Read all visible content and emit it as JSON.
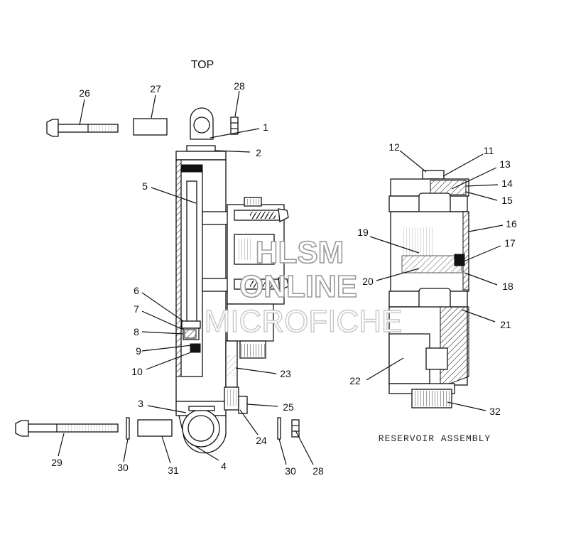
{
  "diagram": {
    "view_label": "TOP",
    "caption": "RESERVOIR ASSEMBLY",
    "watermark": {
      "line1": "HLSM",
      "line2": "ONLINE",
      "line3": "MICROFICHE"
    },
    "callouts": [
      {
        "id": "c26",
        "text": "26"
      },
      {
        "id": "c27",
        "text": "27"
      },
      {
        "id": "c28a",
        "text": "28"
      },
      {
        "id": "c1",
        "text": "1"
      },
      {
        "id": "c2",
        "text": "2"
      },
      {
        "id": "c5",
        "text": "5"
      },
      {
        "id": "c6",
        "text": "6"
      },
      {
        "id": "c7",
        "text": "7"
      },
      {
        "id": "c8",
        "text": "8"
      },
      {
        "id": "c9",
        "text": "9"
      },
      {
        "id": "c10",
        "text": "10"
      },
      {
        "id": "c23",
        "text": "23"
      },
      {
        "id": "c3",
        "text": "3"
      },
      {
        "id": "c25",
        "text": "25"
      },
      {
        "id": "c24",
        "text": "24"
      },
      {
        "id": "c4",
        "text": "4"
      },
      {
        "id": "c29",
        "text": "29"
      },
      {
        "id": "c30a",
        "text": "30"
      },
      {
        "id": "c31",
        "text": "31"
      },
      {
        "id": "c30b",
        "text": "30"
      },
      {
        "id": "c28b",
        "text": "28"
      },
      {
        "id": "c12",
        "text": "12"
      },
      {
        "id": "c11",
        "text": "11"
      },
      {
        "id": "c13",
        "text": "13"
      },
      {
        "id": "c14",
        "text": "14"
      },
      {
        "id": "c15",
        "text": "15"
      },
      {
        "id": "c16",
        "text": "16"
      },
      {
        "id": "c19",
        "text": "19"
      },
      {
        "id": "c17",
        "text": "17"
      },
      {
        "id": "c20",
        "text": "20"
      },
      {
        "id": "c18",
        "text": "18"
      },
      {
        "id": "c21",
        "text": "21"
      },
      {
        "id": "c22",
        "text": "22"
      },
      {
        "id": "c32",
        "text": "32"
      }
    ]
  }
}
